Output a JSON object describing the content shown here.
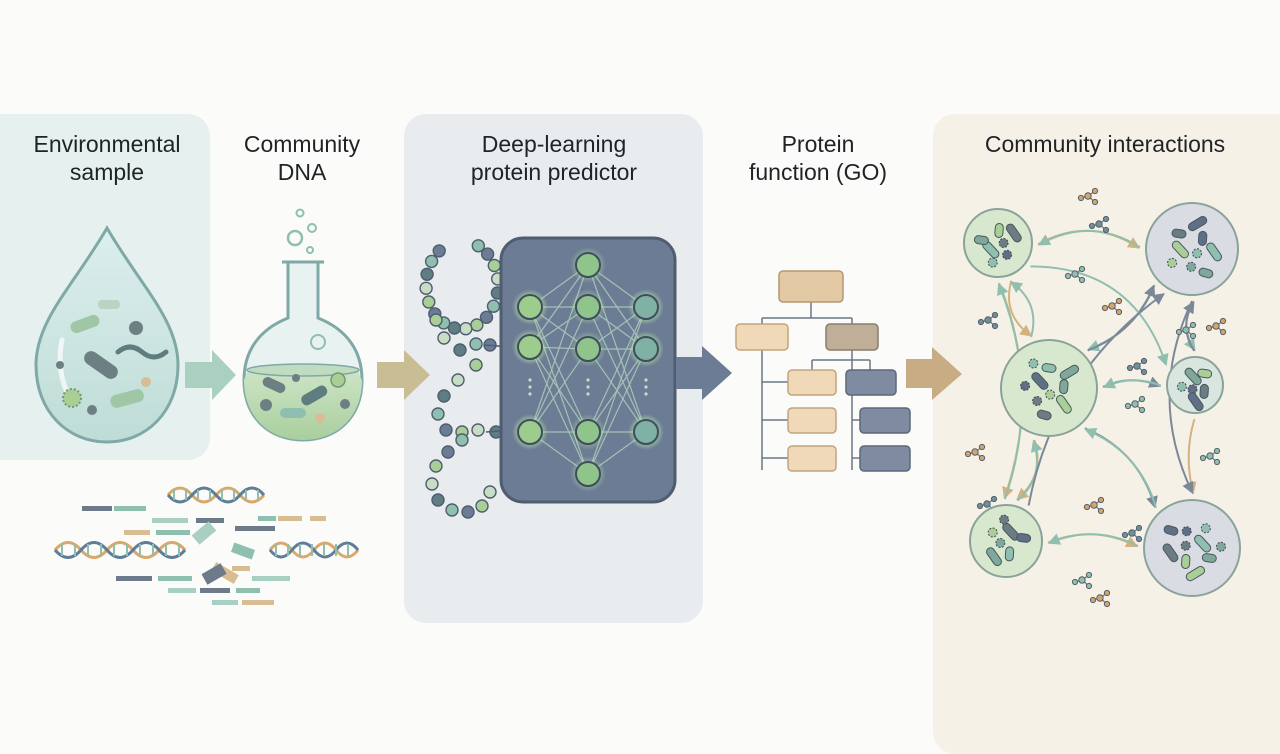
{
  "stages": [
    {
      "id": "environmental-sample",
      "lines": [
        "Environmental",
        "sample"
      ]
    },
    {
      "id": "community-dna",
      "lines": [
        "Community",
        "DNA"
      ]
    },
    {
      "id": "protein-predictor",
      "lines": [
        "Deep-learning",
        "protein predictor"
      ]
    },
    {
      "id": "protein-function",
      "lines": [
        "Protein",
        "function (GO)"
      ]
    },
    {
      "id": "community-interactions",
      "lines": [
        "Community interactions"
      ]
    }
  ],
  "icons": {
    "sample": "water-droplet-icon",
    "dna": "flask-icon",
    "reads": "dna-fragments-icon",
    "predictor": "neural-network-icon",
    "sequence": "amino-acid-chain-icon",
    "ontology": "go-hierarchy-icon",
    "network": "microbial-community-network-icon"
  },
  "colors": {
    "teal": "#8fbfae",
    "green": "#a9cf96",
    "tan": "#d9bd92",
    "slate": "#5f6f86",
    "arrow": "#8fa8a0"
  }
}
